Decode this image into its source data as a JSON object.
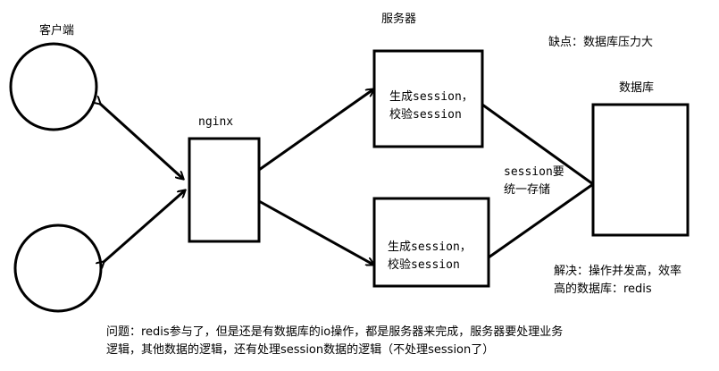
{
  "labels": {
    "client": "客户端",
    "server": "服务器",
    "nginx": "nginx",
    "database": "数据库",
    "disadvantage": "缺点：数据库压力大",
    "server1_line1": "生成session，",
    "server1_line2": "校验session",
    "server2_line1": "生成session，",
    "server2_line2": "校验session",
    "session_note_line1": "session要",
    "session_note_line2": "统一存储",
    "solution_line1": "解决：操作并发高，效率",
    "solution_line2": "高的数据库：redis",
    "problem_line1": "问题：redis参与了，但是还是有数据库的io操作，都是服务器来完成，服务器要处理业务",
    "problem_line2": "逻辑，其他数据的逻辑，还有处理session数据的逻辑（不处理session了）"
  },
  "colors": {
    "stroke": "#000000",
    "background": "#ffffff"
  }
}
